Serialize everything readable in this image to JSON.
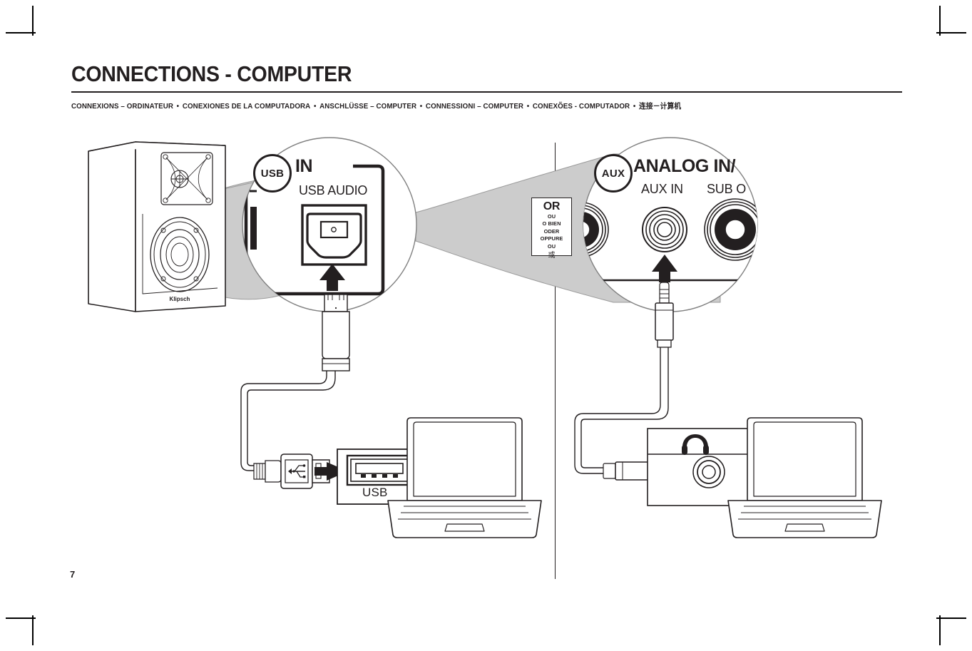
{
  "page": {
    "number": "7",
    "title": "CONNECTIONS - COMPUTER",
    "subtitle_parts": [
      "CONNEXIONS – ORDINATEUR",
      "CONEXIONES DE LA COMPUTADORA",
      "ANSCHLÜSSE – COMPUTER",
      "CONNESSIONI – COMPUTER",
      "CONEXÕES - COMPUTADOR",
      "连接－计算机"
    ],
    "subtitle_separator": "•"
  },
  "colors": {
    "ink": "#231f20",
    "funnel_gray": "#cccccc",
    "funnel_outline": "#808080",
    "paper": "#ffffff"
  },
  "left_callout": {
    "badge_label": "USB",
    "panel_heading": "L IN",
    "panel_heading_full": "DIGITAL IN",
    "port_label": "USB AUDIO",
    "port_type": "usb-b-jack"
  },
  "right_callout": {
    "badge_label": "AUX",
    "panel_heading": "ANALOG IN/",
    "port_labels": [
      "AUX IN",
      "SUB O"
    ],
    "port_labels_full": [
      "AUX IN",
      "SUB OUT"
    ],
    "jacks": [
      "rca-jack-black",
      "minijack-aux-in",
      "rca-jack-sub-out"
    ]
  },
  "or_box": {
    "main": "OR",
    "translations": [
      "OU",
      "O BIEN",
      "ODER",
      "OPPURE",
      "OU"
    ],
    "cjk": "或"
  },
  "speaker": {
    "brand": "Klipsch",
    "type": "bookshelf-speaker"
  },
  "left_device": {
    "device": "laptop",
    "port_label": "USB",
    "cable": "usb-a-to-usb-b-cable",
    "connector_speaker_end": "usb-b-plug",
    "connector_computer_end": "usb-a-plug"
  },
  "right_device": {
    "device": "laptop",
    "port_icon": "headphone-icon",
    "cable": "3.5mm-stereo-minijack-cable",
    "connector_speaker_end": "minijack-plug",
    "connector_computer_end": "minijack-plug"
  }
}
